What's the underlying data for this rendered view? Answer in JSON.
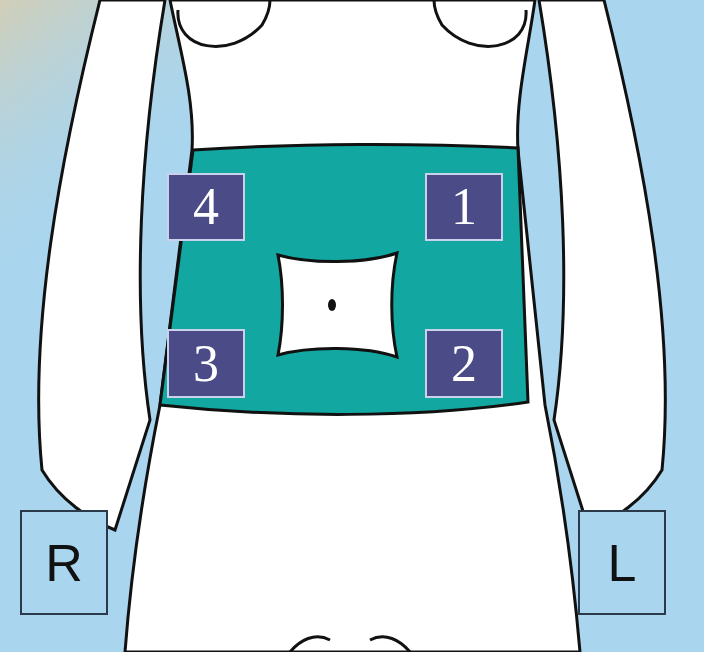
{
  "diagram": {
    "nodes": [
      {
        "text": [
          "4"
        ]
      },
      {
        "text": [
          "1"
        ]
      },
      {
        "text": [
          "3"
        ]
      },
      {
        "text": [
          "2"
        ]
      },
      {
        "text": [
          "R"
        ]
      },
      {
        "text": [
          "L"
        ]
      }
    ]
  }
}
